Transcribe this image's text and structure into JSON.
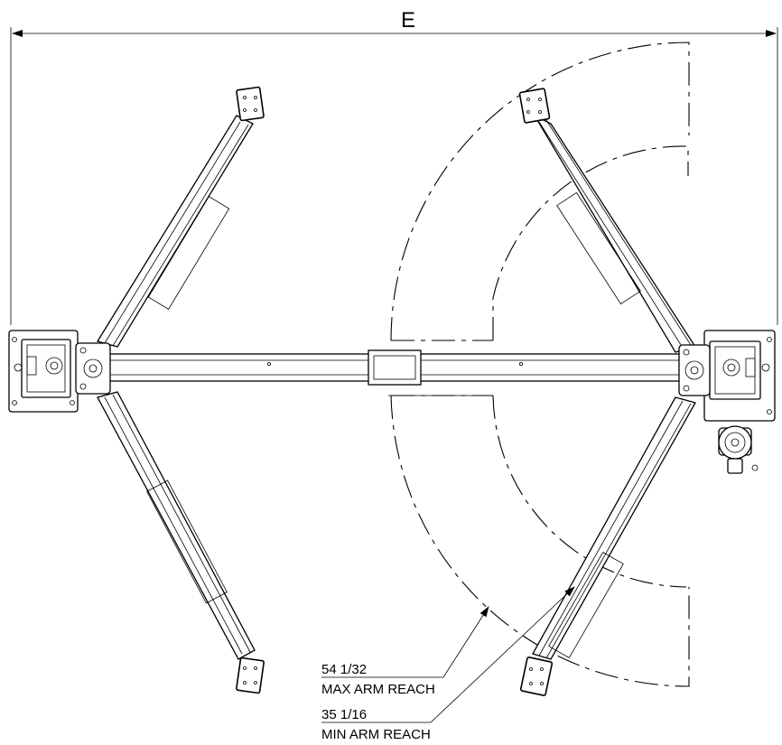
{
  "dimension": {
    "overall_width_label": "E"
  },
  "annotations": {
    "max_reach_value": "54 1/32",
    "max_reach_label": "MAX ARM REACH",
    "min_reach_value": "35 1/16",
    "min_reach_label": "MIN ARM REACH"
  },
  "colors": {
    "line": "#000000",
    "background": "#ffffff"
  }
}
